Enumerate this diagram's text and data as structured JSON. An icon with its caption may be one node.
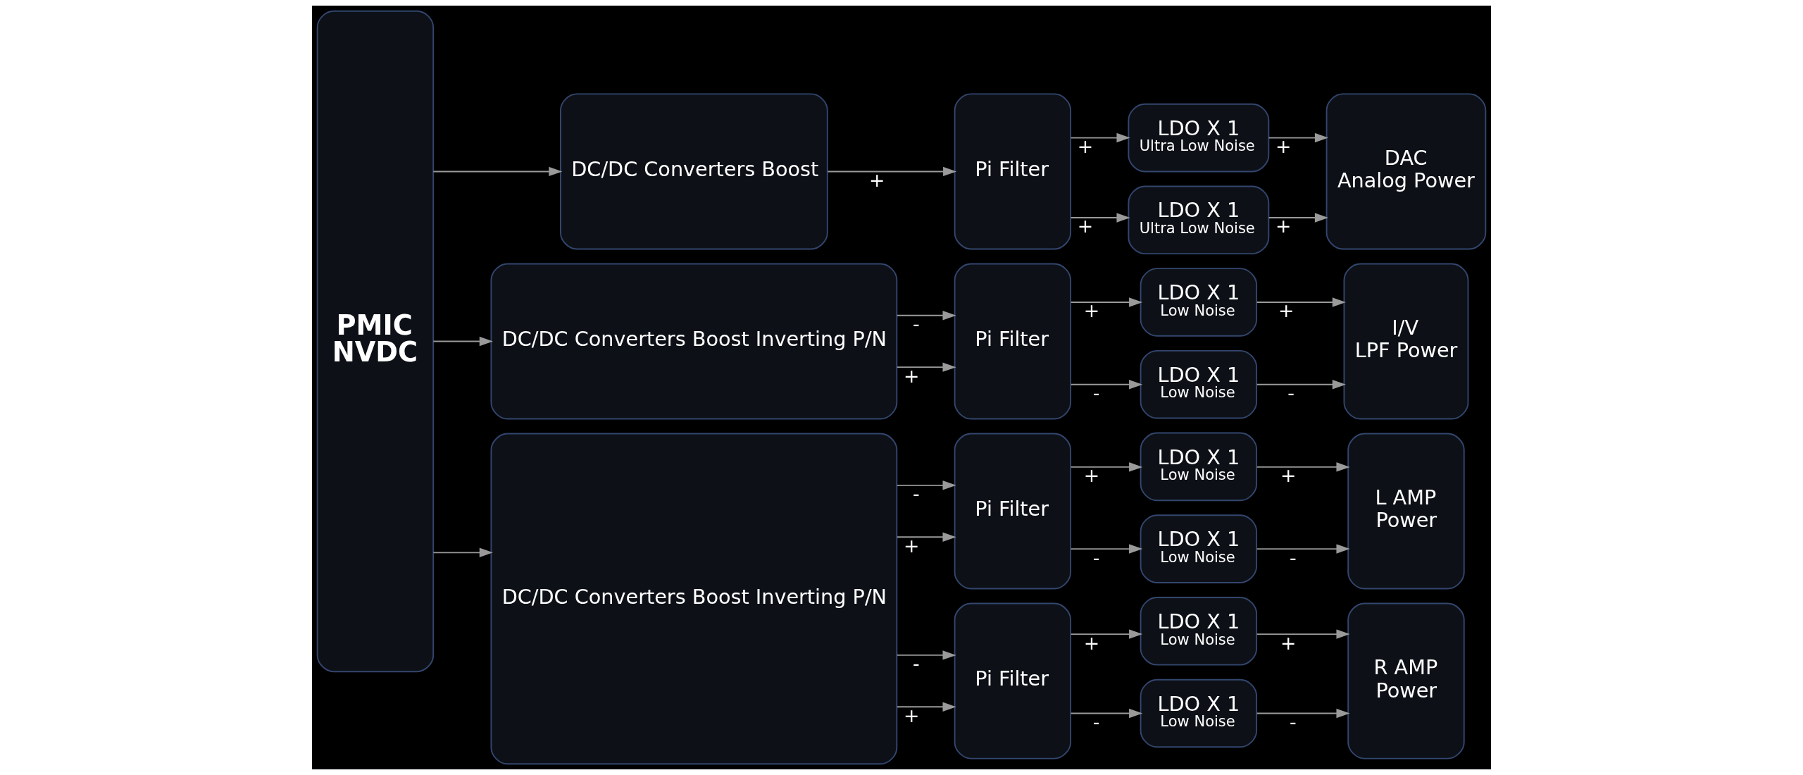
{
  "diagram": {
    "nodes": [
      {
        "text": [
          "PMIC",
          "NVDC"
        ]
      },
      {
        "text": [
          "DC/DC Converters Boost"
        ]
      },
      {
        "text": [
          "DC/DC Converters Boost Inverting P/N"
        ]
      },
      {
        "text": [
          "DC/DC Converters Boost Inverting P/N"
        ]
      },
      {
        "text": [
          "Pi Filter"
        ]
      },
      {
        "text": [
          "Pi Filter"
        ]
      },
      {
        "text": [
          "Pi Filter"
        ]
      },
      {
        "text": [
          "Pi Filter"
        ]
      },
      {
        "text": [
          "LDO X 1",
          "Ultra Low Noise"
        ]
      },
      {
        "text": [
          "LDO X 1",
          "Ultra Low Noise"
        ]
      },
      {
        "text": [
          "LDO X 1",
          "Low Noise"
        ]
      },
      {
        "text": [
          "LDO X 1",
          "Low Noise"
        ]
      },
      {
        "text": [
          "LDO X 1",
          "Low Noise"
        ]
      },
      {
        "text": [
          "LDO X 1",
          "Low Noise"
        ]
      },
      {
        "text": [
          "LDO X 1",
          "Low Noise"
        ]
      },
      {
        "text": [
          "LDO X 1",
          "Low Noise"
        ]
      },
      {
        "text": [
          "DAC",
          "Analog Power"
        ]
      },
      {
        "text": [
          "I/V",
          "LPF Power"
        ]
      },
      {
        "text": [
          "L AMP",
          "Power"
        ]
      },
      {
        "text": [
          "R AMP",
          "Power"
        ]
      }
    ],
    "edges": [
      {
        "from": 0,
        "to": 1,
        "arrow": "to"
      },
      {
        "from": 0,
        "to": 2,
        "arrow": "to"
      },
      {
        "from": 0,
        "to": 3,
        "arrow": "to"
      },
      {
        "from": 1,
        "to": 4,
        "arrow": "to",
        "label": "+"
      },
      {
        "from": 2,
        "to": 5,
        "arrow": "to",
        "label": "+"
      },
      {
        "from": 2,
        "to": 5,
        "arrow": "to",
        "label": "-"
      },
      {
        "from": 3,
        "to": 6,
        "arrow": "to",
        "label": "+"
      },
      {
        "from": 3,
        "to": 6,
        "arrow": "to",
        "label": "-"
      },
      {
        "from": 3,
        "to": 7,
        "arrow": "to",
        "label": "+"
      },
      {
        "from": 3,
        "to": 7,
        "arrow": "to",
        "label": "-"
      },
      {
        "from": 4,
        "to": 8,
        "arrow": "to",
        "label": "+"
      },
      {
        "from": 4,
        "to": 9,
        "arrow": "to",
        "label": "+"
      },
      {
        "from": 8,
        "to": 16,
        "arrow": "to",
        "label": "+"
      },
      {
        "from": 9,
        "to": 16,
        "arrow": "to",
        "label": "+"
      },
      {
        "from": 5,
        "to": 10,
        "arrow": "to",
        "label": "+"
      },
      {
        "from": 5,
        "to": 11,
        "arrow": "to",
        "label": "-"
      },
      {
        "from": 10,
        "to": 17,
        "arrow": "to",
        "label": "+"
      },
      {
        "from": 11,
        "to": 17,
        "arrow": "to",
        "label": "-"
      },
      {
        "from": 6,
        "to": 12,
        "arrow": "to",
        "label": "+"
      },
      {
        "from": 6,
        "to": 13,
        "arrow": "to",
        "label": "-"
      },
      {
        "from": 12,
        "to": 18,
        "arrow": "to",
        "label": "+"
      },
      {
        "from": 13,
        "to": 18,
        "arrow": "to",
        "label": "-"
      },
      {
        "from": 7,
        "to": 14,
        "arrow": "to",
        "label": "+"
      },
      {
        "from": 7,
        "to": 15,
        "arrow": "to",
        "label": "-"
      },
      {
        "from": 14,
        "to": 19,
        "arrow": "to",
        "label": "+"
      },
      {
        "from": 15,
        "to": 19,
        "arrow": "to",
        "label": "-"
      }
    ]
  }
}
